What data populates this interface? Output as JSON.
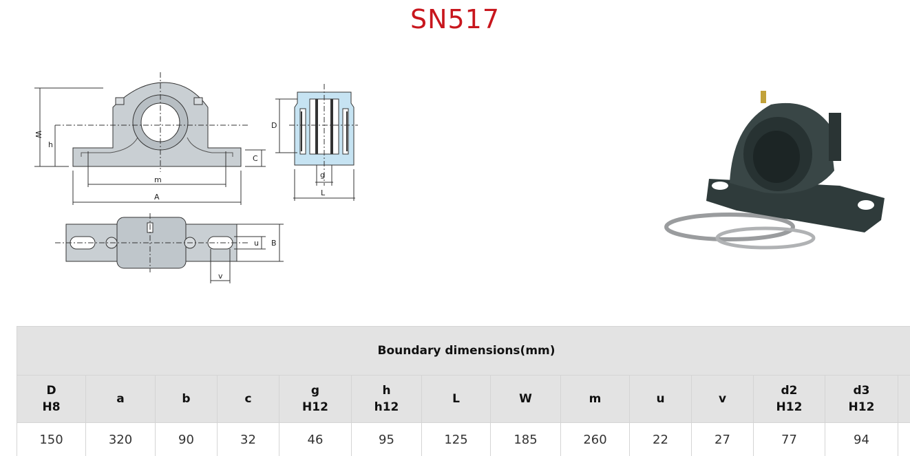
{
  "title": "SN517",
  "drawing_labels": {
    "W": "W",
    "h": "h",
    "m": "m",
    "A": "A",
    "C": "C",
    "D": "D",
    "g": "g",
    "L": "L",
    "u": "u",
    "B": "B",
    "v": "v"
  },
  "table": {
    "caption": "Boundary dimensions(mm)",
    "headers": [
      {
        "top": "D",
        "bottom": "H8"
      },
      {
        "top": "a",
        "bottom": ""
      },
      {
        "top": "b",
        "bottom": ""
      },
      {
        "top": "c",
        "bottom": ""
      },
      {
        "top": "g",
        "bottom": "H12"
      },
      {
        "top": "h",
        "bottom": "h12"
      },
      {
        "top": "L",
        "bottom": ""
      },
      {
        "top": "W",
        "bottom": ""
      },
      {
        "top": "m",
        "bottom": ""
      },
      {
        "top": "u",
        "bottom": ""
      },
      {
        "top": "v",
        "bottom": ""
      },
      {
        "top": "d2",
        "bottom": "H12"
      },
      {
        "top": "d3",
        "bottom": "H12"
      },
      {
        "top": "",
        "bottom": ""
      }
    ],
    "values": [
      "150",
      "320",
      "90",
      "32",
      "46",
      "95",
      "125",
      "185",
      "260",
      "22",
      "27",
      "77",
      "94",
      ""
    ]
  },
  "colors": {
    "title": "#c8161d",
    "header_bg": "#e3e3e3",
    "housing_fill": "#c9cfd3",
    "seal_fill": "#c6e3f2"
  }
}
